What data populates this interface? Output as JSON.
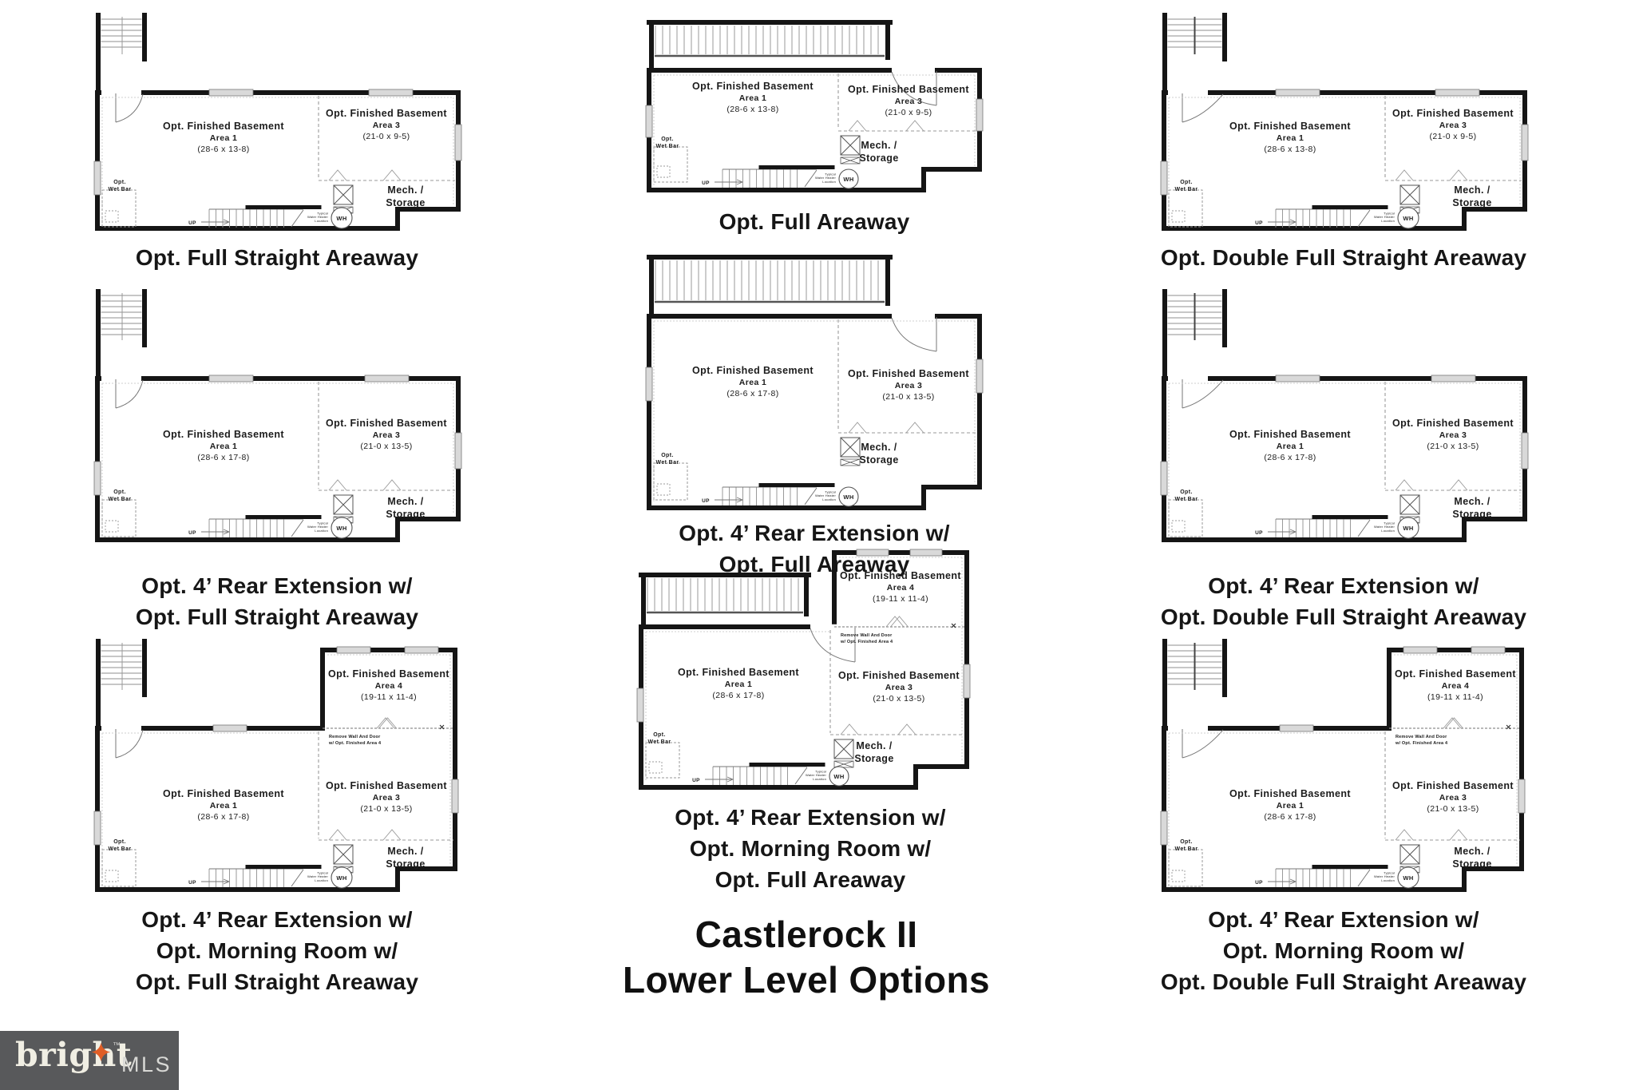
{
  "title": {
    "line1": "Castlerock II",
    "line2": "Lower Level Options"
  },
  "logo": {
    "brand": "bright",
    "tm": "™",
    "mls": "MLS",
    "bg": "#58595b",
    "brand_color": "#f0eee3",
    "mls_color": "#d8d8d5",
    "star_color": "#e05e26"
  },
  "plans": [
    {
      "id": "full-straight-areaway",
      "caption": [
        "Opt. Full Straight Areaway"
      ],
      "area1": {
        "name": "Opt. Finished Basement",
        "area": "Area 1",
        "dims": "(28-6 x 13-8)"
      },
      "area3": {
        "name": "Opt. Finished Basement",
        "area": "Area 3",
        "dims": "(21-0 x 9-5)"
      },
      "mech": [
        "Mech. /",
        "Storage"
      ],
      "wetbar": [
        "Opt.",
        "Wet Bar"
      ],
      "wh": "WH",
      "up": "UP",
      "wh_note": [
        "Typical",
        "Water Heater",
        "Location"
      ]
    },
    {
      "id": "full-areaway",
      "caption": [
        "Opt. Full Areaway"
      ],
      "area1": {
        "name": "Opt. Finished Basement",
        "area": "Area 1",
        "dims": "(28-6 x 13-8)"
      },
      "area3": {
        "name": "Opt. Finished Basement",
        "area": "Area 3",
        "dims": "(21-0 x 9-5)"
      },
      "mech": [
        "Mech. /",
        "Storage"
      ],
      "wetbar": [
        "Opt.",
        "Wet Bar"
      ],
      "wh": "WH",
      "up": "UP",
      "wh_note": [
        "Typical",
        "Water Heater",
        "Location"
      ]
    },
    {
      "id": "double-full-straight-areaway",
      "caption": [
        "Opt. Double Full Straight Areaway"
      ],
      "area1": {
        "name": "Opt. Finished Basement",
        "area": "Area 1",
        "dims": "(28-6 x 13-8)"
      },
      "area3": {
        "name": "Opt. Finished Basement",
        "area": "Area 3",
        "dims": "(21-0 x 9-5)"
      },
      "mech": [
        "Mech. /",
        "Storage"
      ],
      "wetbar": [
        "Opt.",
        "Wet Bar"
      ],
      "wh": "WH",
      "up": "UP",
      "wh_note": [
        "Typical",
        "Water Heater",
        "Location"
      ]
    },
    {
      "id": "rear-extension-full-straight-areaway",
      "caption": [
        "Opt. 4’ Rear Extension w/",
        "Opt. Full Straight Areaway"
      ],
      "area1": {
        "name": "Opt. Finished Basement",
        "area": "Area 1",
        "dims": "(28-6 x 17-8)"
      },
      "area3": {
        "name": "Opt. Finished Basement",
        "area": "Area 3",
        "dims": "(21-0 x 13-5)"
      },
      "mech": [
        "Mech. /",
        "Storage"
      ],
      "wetbar": [
        "Opt.",
        "Wet Bar"
      ],
      "wh": "WH",
      "up": "UP",
      "wh_note": [
        "Typical",
        "Water Heater",
        "Location"
      ]
    },
    {
      "id": "rear-extension-full-areaway",
      "caption": [
        "Opt. 4’ Rear Extension w/",
        "Opt. Full Areaway"
      ],
      "area1": {
        "name": "Opt. Finished Basement",
        "area": "Area 1",
        "dims": "(28-6 x 17-8)"
      },
      "area3": {
        "name": "Opt. Finished Basement",
        "area": "Area 3",
        "dims": "(21-0 x 13-5)"
      },
      "mech": [
        "Mech. /",
        "Storage"
      ],
      "wetbar": [
        "Opt.",
        "Wet Bar"
      ],
      "wh": "WH",
      "up": "UP",
      "wh_note": [
        "Typical",
        "Water Heater",
        "Location"
      ]
    },
    {
      "id": "rear-extension-double-full-straight-areaway",
      "caption": [
        "Opt. 4’ Rear Extension w/",
        "Opt. Double Full Straight Areaway"
      ],
      "area1": {
        "name": "Opt. Finished Basement",
        "area": "Area 1",
        "dims": "(28-6 x 17-8)"
      },
      "area3": {
        "name": "Opt. Finished Basement",
        "area": "Area 3",
        "dims": "(21-0 x 13-5)"
      },
      "mech": [
        "Mech. /",
        "Storage"
      ],
      "wetbar": [
        "Opt.",
        "Wet Bar"
      ],
      "wh": "WH",
      "up": "UP",
      "wh_note": [
        "Typical",
        "Water Heater",
        "Location"
      ]
    },
    {
      "id": "rear-extension-morning-room-full-straight-areaway",
      "caption": [
        "Opt. 4’ Rear Extension w/",
        "Opt. Morning Room w/",
        "Opt. Full Straight Areaway"
      ],
      "area1": {
        "name": "Opt. Finished Basement",
        "area": "Area 1",
        "dims": "(28-6 x 17-8)"
      },
      "area3": {
        "name": "Opt. Finished Basement",
        "area": "Area 3",
        "dims": "(21-0 x 13-5)"
      },
      "area4": {
        "name": "Opt. Finished Basement",
        "area": "Area 4",
        "dims": "(19-11 x 11-4)"
      },
      "remove_note": [
        "Remove Wall And Door",
        "w/ Opt. Finished Area 4"
      ],
      "mech": [
        "Mech. /",
        "Storage"
      ],
      "wetbar": [
        "Opt.",
        "Wet Bar"
      ],
      "wh": "WH",
      "up": "UP",
      "wh_note": [
        "Typical",
        "Water Heater",
        "Location"
      ]
    },
    {
      "id": "rear-extension-morning-room-full-areaway",
      "caption": [
        "Opt. 4’ Rear Extension w/",
        "Opt. Morning Room w/",
        "Opt. Full Areaway"
      ],
      "area1": {
        "name": "Opt. Finished Basement",
        "area": "Area 1",
        "dims": "(28-6 x 17-8)"
      },
      "area3": {
        "name": "Opt. Finished Basement",
        "area": "Area 3",
        "dims": "(21-0 x 13-5)"
      },
      "area4": {
        "name": "Opt. Finished Basement",
        "area": "Area 4",
        "dims": "(19-11 x 11-4)"
      },
      "remove_note": [
        "Remove Wall And Door",
        "w/ Opt. Finished Area 4"
      ],
      "mech": [
        "Mech. /",
        "Storage"
      ],
      "wetbar": [
        "Opt.",
        "Wet Bar"
      ],
      "wh": "WH",
      "up": "UP",
      "wh_note": [
        "Typical",
        "Water Heater",
        "Location"
      ]
    },
    {
      "id": "rear-extension-morning-room-double-full-straight-areaway",
      "caption": [
        "Opt. 4’ Rear Extension w/",
        "Opt. Morning Room w/",
        "Opt. Double Full Straight Areaway"
      ],
      "area1": {
        "name": "Opt. Finished Basement",
        "area": "Area 1",
        "dims": "(28-6 x 17-8)"
      },
      "area3": {
        "name": "Opt. Finished Basement",
        "area": "Area 3",
        "dims": "(21-0 x 13-5)"
      },
      "area4": {
        "name": "Opt. Finished Basement",
        "area": "Area 4",
        "dims": "(19-11 x 11-4)"
      },
      "remove_note": [
        "Remove Wall And Door",
        "w/ Opt. Finished Area 4"
      ],
      "mech": [
        "Mech. /",
        "Storage"
      ],
      "wetbar": [
        "Opt.",
        "Wet Bar"
      ],
      "wh": "WH",
      "up": "UP",
      "wh_note": [
        "Typical",
        "Water Heater",
        "Location"
      ]
    }
  ]
}
